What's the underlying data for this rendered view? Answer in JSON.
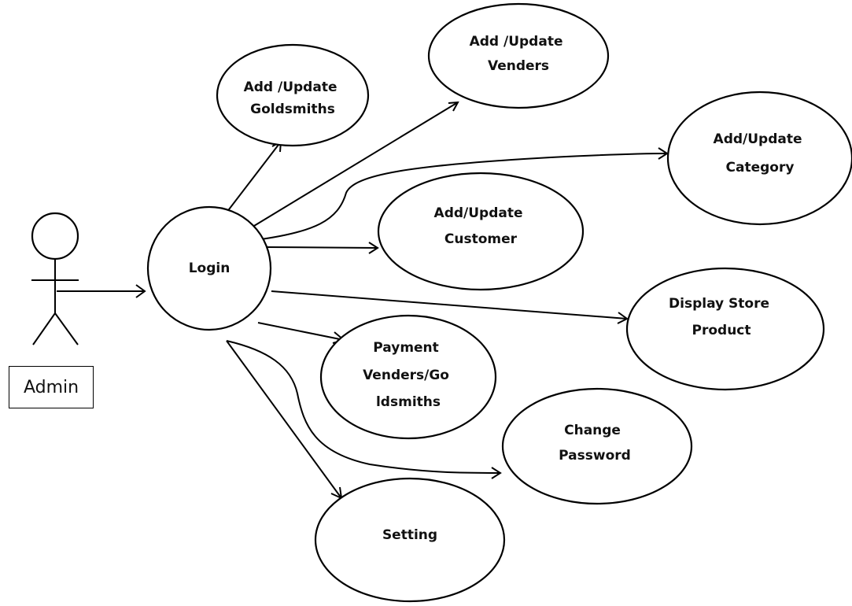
{
  "actor": {
    "label": "Admin"
  },
  "central": {
    "label": "Login"
  },
  "use_cases": {
    "goldsmiths": [
      "Add /Update",
      "Goldsmiths"
    ],
    "venders": [
      "Add /Update",
      "Venders"
    ],
    "category": [
      "Add/Update",
      "Category"
    ],
    "customer": [
      "Add/Update",
      "Customer"
    ],
    "display": [
      "Display Store",
      "Product"
    ],
    "payment": [
      "Payment",
      "Venders/Go",
      "ldsmiths"
    ],
    "password": [
      "Change",
      "Password"
    ],
    "setting": [
      "Setting"
    ]
  },
  "colors": {
    "stroke": "#000000",
    "background": "#ffffff"
  }
}
